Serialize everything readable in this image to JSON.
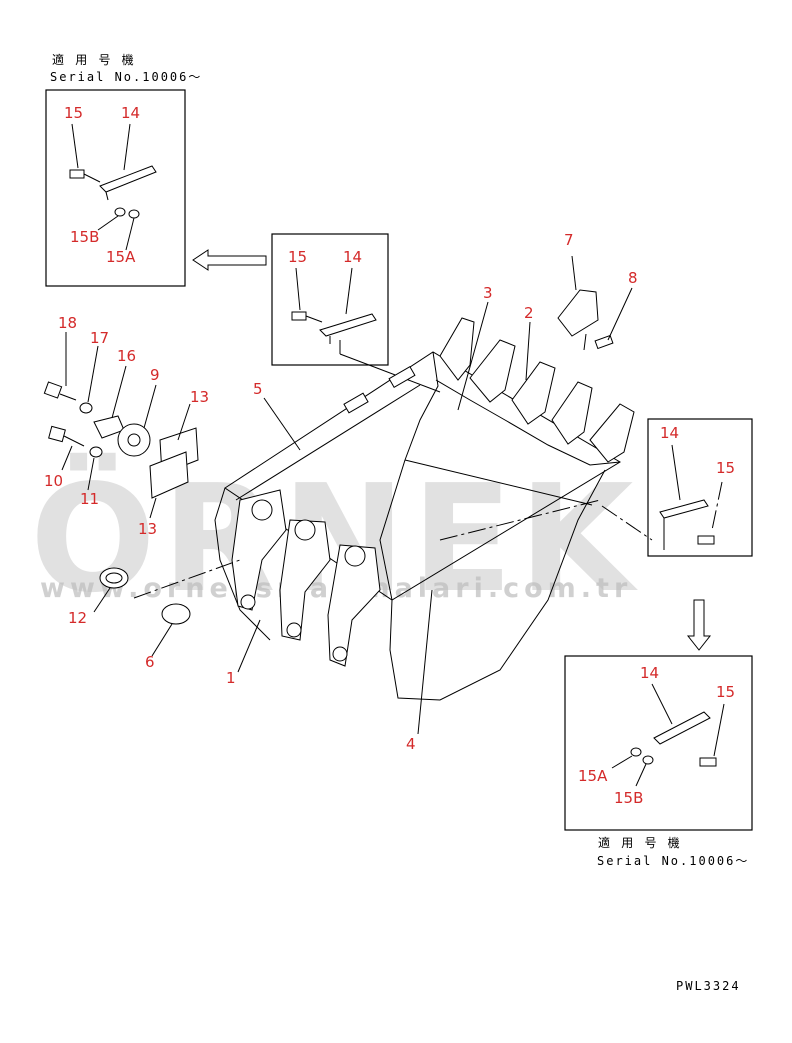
{
  "header_top": {
    "kanji": "適 用 号 機",
    "serial": "Serial No.10006～"
  },
  "header_bottom": {
    "kanji": "適 用 号 機",
    "serial": "Serial No.10006～"
  },
  "drawing_code": "PWL3324",
  "watermark": {
    "brand": "ÖRNEK",
    "url": "www.orneksmakinalari.com.tr"
  },
  "callouts": {
    "c1": "1",
    "c2": "2",
    "c3": "3",
    "c4": "4",
    "c5": "5",
    "c6": "6",
    "c7": "7",
    "c8": "8",
    "c9": "9",
    "c10": "10",
    "c11": "11",
    "c12": "12",
    "c13a": "13",
    "c13b": "13",
    "c16": "16",
    "c17": "17",
    "c18": "18",
    "c14_right": "14",
    "c15_right": "15"
  },
  "inset_topleft": {
    "c15": "15",
    "c14": "14",
    "c15b": "15B",
    "c15a": "15A"
  },
  "inset_center": {
    "c15": "15",
    "c14": "14"
  },
  "inset_bottomright": {
    "c14": "14",
    "c15": "15",
    "c15a": "15A",
    "c15b": "15B"
  },
  "colors": {
    "callout": "#d42a2a",
    "line": "#000000",
    "watermark": "#c9c9c9"
  }
}
